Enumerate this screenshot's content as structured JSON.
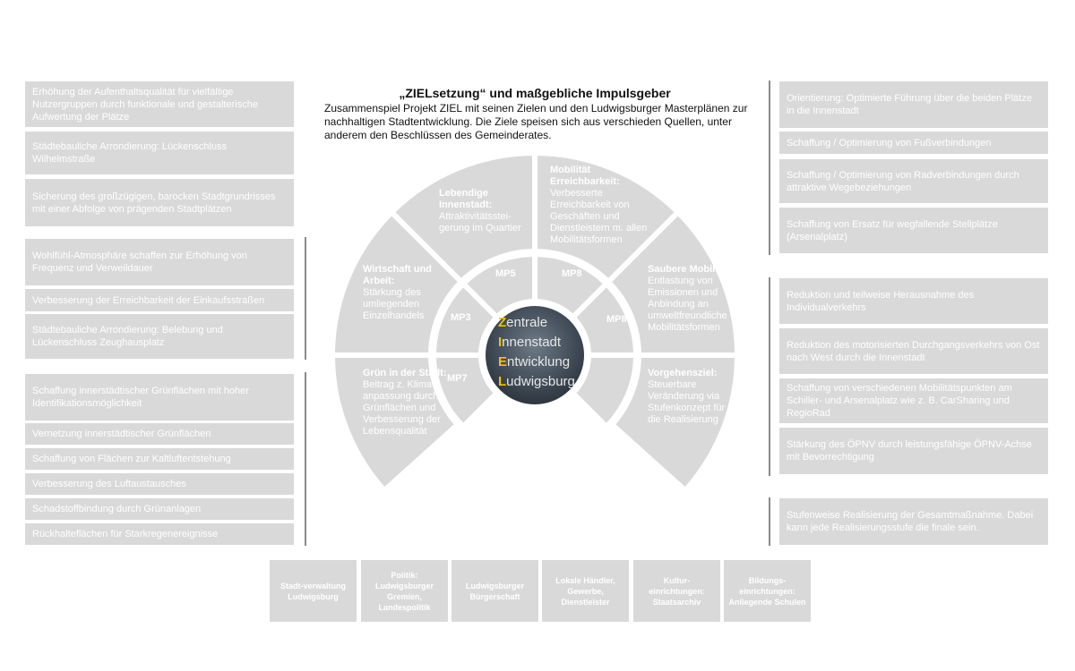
{
  "header": {
    "title": "„ZIELsetzung“ und maßgebliche Impulsgeber",
    "intro": "Zusammenspiel Projekt ZIEL mit seinen Zielen und den Ludwigsburger Masterplänen zur nachhaltigen Stadtentwicklung. Die Ziele speisen sich aus verschieden Quellen, unter anderem den Beschlüssen des Gemeinderates."
  },
  "left_boxes": [
    "Erhöhung der Aufenthaltsqualität für vielfältige Nutzergruppen durch funktionale und gestalterische Aufwertung der Plätze",
    "Städtebauliche Arrondierung: Lückenschluss Wilhelmstraße",
    "Sicherung des großzügigen, barocken Stadtgrundrisses mit einer Abfolge von prägenden Stadtplätzen",
    "Wohlfühl-Atmosphäre schaffen zur Erhöhung von Frequenz und Verweildauer",
    "Verbesserung der Erreichbarkeit der Einkaufsstraßen",
    "Städtebauliche Arrondierung: Belebung und Lückenschluss Zeughausplatz",
    "Schaffung innerstädtischer Grünflächen mit hoher Identifikationsmöglichkeit",
    "Vernetzung innerstädtischer Grünflächen",
    "Schaffung von Flächen zur Kaltluftentstehung",
    "Verbesserung des Luftaustausches",
    "Schadstoffbindung durch Grünanlagen",
    "Rückhalteflächen für Starkregenereignisse"
  ],
  "right_boxes": [
    "Orientierung: Optimierte Führung über die beiden Plätze in die Innenstadt",
    "Schaffung / Optimierung von Fußverbindungen",
    "Schaffung / Optimierung von Radverbindungen durch attraktive Wegebeziehungen",
    "Schaffung von Ersatz für wegfallende Stellplätze (Arsenalplatz)",
    "Reduktion und teilweise Herausnahme des Individualverkehrs",
    "Reduktion des motorisierten Durchgangsverkehrs von Ost nach West durch die Innenstadt",
    "Schaffung von verschiedenen  Mobilitätspunkten am Schiller- und Arsenalplatz wie z. B. CarSharing und RegioRad",
    "Stärkung des ÖPNV durch leistungsfähige ÖPNV-Achse mit Bevorrechtigung",
    "Stufenweise Realisierung der Gesamtmaßnahme. Dabei kann jede Realisierungsstufe die finale sein."
  ],
  "segments": [
    {
      "head": "Wirtschaft und Arbeit:",
      "body": "Stärkung des umliegenden Einzelhandels"
    },
    {
      "head": "Lebendige Innenstadt:",
      "body": "Attraktivitätsstei-gerung im Quartier"
    },
    {
      "head": "Mobilität Erreichbarkeit:",
      "body": "Verbesserte Erreichbarkeit von Geschäften und Dienstleistern m. allen Mobilitätsformen"
    },
    {
      "head": "Saubere Mobilität:",
      "body": "Entlastung von Emissionen und Anbindung an umweltfreundliche Mobilitätsformen"
    },
    {
      "head": "Grün in der Stadt:",
      "body": "Beitrag z. Klima-anpassung durch Grünflächen und Verbesserung der Lebensqualität"
    },
    {
      "head": "Vorgehensziel:",
      "body": "Steuerbare Veränderung via Stufenkonzept für die Realisierung"
    }
  ],
  "mp": [
    "MP5",
    "MP8",
    "MP3",
    "MP8",
    "MP7"
  ],
  "center": {
    "letters": [
      "Z",
      "I",
      "E",
      "L"
    ],
    "rest": [
      "entrale",
      "nnenstadt",
      "ntwicklung",
      "udwigsburg"
    ]
  },
  "bottom_boxes": [
    "Stadt-verwaltung Ludwigsburg",
    "Politik: Ludwigsburger Gremien, Landespolitik",
    "Ludwigsburger Bürgerschaft",
    "Lokale Händler, Gewerbe, Dienstleister",
    "Kultur-einrichtungen: Staatsarchiv",
    "Bildungs-einrichtungen: Anliegende Schulen"
  ],
  "colors": {
    "box": "#d9d9d9",
    "accent": "#f2c200"
  }
}
